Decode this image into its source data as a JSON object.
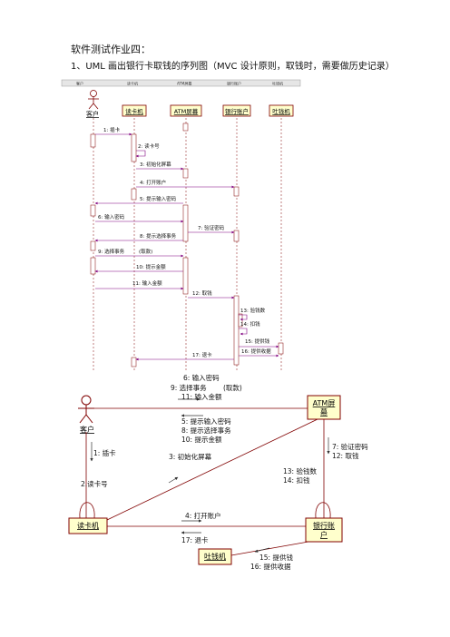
{
  "doc": {
    "heading": "软件测试作业四：",
    "question": "1、UML 画出银行卡取钱的序列图（MVC 设计原则，取钱时，需要做历史记录）"
  },
  "seq": {
    "header_tabs": [
      "客户",
      "读卡机",
      "ATM屏幕",
      "银行账户",
      "吐钱机"
    ],
    "actor": "客户",
    "objects": [
      "读卡机",
      "ATM屏幕",
      "银行账户",
      "吐钱机"
    ],
    "messages": [
      "1: 插卡",
      "2: 读卡号",
      "3: 初始化屏幕",
      "4: 打开账户",
      "5: 提示输入密码",
      "6: 输入密码",
      "7: 验证密码",
      "8: 提示选择事务",
      "9: 选择事务",
      "(取款)",
      "10: 提示金额",
      "11: 输入金额",
      "12: 取钱",
      "13: 验钱数",
      "14: 扣钱",
      "15: 提供钱",
      "16: 提供收据",
      "17: 退卡"
    ]
  },
  "collab": {
    "actor": "客户",
    "atm": [
      "ATM屏",
      "幕"
    ],
    "reader": "读卡机",
    "account": [
      "银行账",
      "户"
    ],
    "dispenser": "吐钱机",
    "labels": {
      "top_input": [
        "6: 输入密码",
        "9: 选择事务",
        "(取款)",
        "11: 输入金额"
      ],
      "top_prompt": [
        "5: 提示输入密码",
        "8: 提示选择事务",
        "10: 提示金额"
      ],
      "insert": "1: 插卡",
      "read": "2.读卡号",
      "init": "3: 初始化屏幕",
      "verify": [
        "7: 验证密码",
        "12: 取钱"
      ],
      "check": [
        "13: 验钱数",
        "14: 扣钱"
      ],
      "open": "4: 打开账户",
      "eject": "17: 退卡",
      "provide": [
        "15: 提供钱",
        "16: 提供收据"
      ]
    }
  }
}
